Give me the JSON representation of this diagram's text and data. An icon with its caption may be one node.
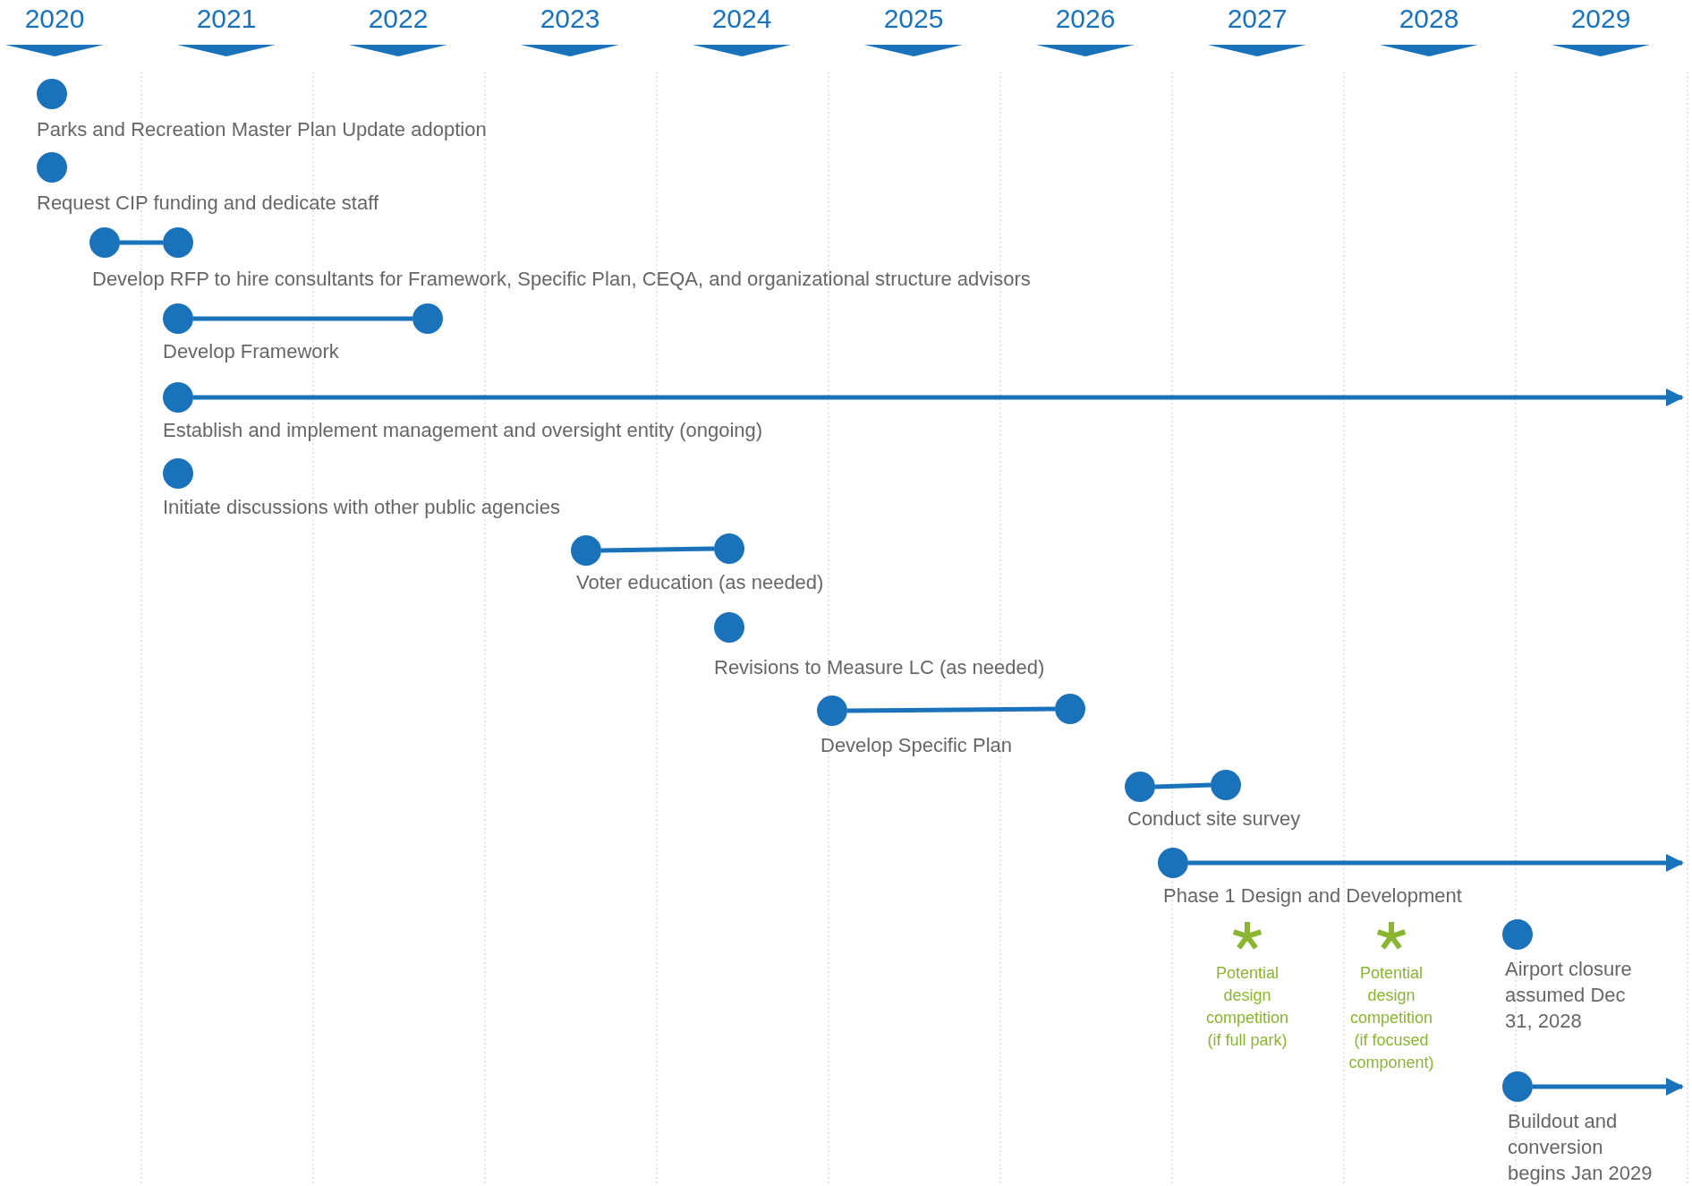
{
  "diagram": {
    "nodes": [
      {
        "text": [],
        "shape": "circle",
        "beside": [
          "Parks and Recreation Master Plan Update adoption"
        ]
      },
      {
        "text": [],
        "shape": "circle",
        "beside": [
          "Request CIP funding and dedicate staff"
        ]
      },
      {
        "text": [],
        "shape": "circle",
        "beside": [
          "Develop RFP to hire consultants for Framework, Specific Plan, CEQA, and organizational structure advisors"
        ]
      },
      {
        "text": [],
        "shape": "circle"
      },
      {
        "text": [],
        "shape": "circle",
        "beside": [
          "Develop Framework"
        ]
      },
      {
        "text": [],
        "shape": "circle"
      },
      {
        "text": [],
        "shape": "circle",
        "beside": [
          "Establish and implement management and oversight entity (ongoing)"
        ]
      },
      {
        "text": [],
        "shape": "circle",
        "beside": [
          "Initiate discussions with other public agencies"
        ]
      },
      {
        "text": [],
        "shape": "circle",
        "beside": [
          "Voter education (as needed)"
        ]
      },
      {
        "text": [],
        "shape": "circle"
      },
      {
        "text": [],
        "shape": "circle",
        "beside": [
          "Revisions to Measure LC (as needed)"
        ]
      },
      {
        "text": [],
        "shape": "circle",
        "beside": [
          "Develop Specific Plan"
        ]
      },
      {
        "text": [],
        "shape": "circle"
      },
      {
        "text": [],
        "shape": "circle",
        "beside": [
          "Conduct site survey"
        ]
      },
      {
        "text": [],
        "shape": "circle"
      },
      {
        "text": [],
        "shape": "circle",
        "beside": [
          "Phase 1 Design and Development"
        ]
      },
      {
        "text": [],
        "shape": "circle",
        "beside": [
          "Airport closure assumed Dec 31, 2028"
        ]
      },
      {
        "text": [],
        "shape": "circle",
        "beside": [
          "Buildout and conversion begins Jan 2029"
        ]
      }
    ],
    "edges": [
      {
        "from": 2,
        "to": 3,
        "arrow": "none"
      },
      {
        "from": 4,
        "to": 5,
        "arrow": "none"
      },
      {
        "from": 6,
        "to": null,
        "arrow": "to"
      },
      {
        "from": 8,
        "to": 9,
        "arrow": "none"
      },
      {
        "from": 11,
        "to": 12,
        "arrow": "none"
      },
      {
        "from": 13,
        "to": 14,
        "arrow": "none"
      },
      {
        "from": 15,
        "to": null,
        "arrow": "to"
      },
      {
        "from": 17,
        "to": null,
        "arrow": "to"
      }
    ],
    "labels": [
      "2020",
      "2021",
      "2022",
      "2023",
      "2024",
      "2025",
      "2026",
      "2027",
      "2028",
      "2029",
      "Potential design competition (if full park)",
      "Potential design competition (if focused component)"
    ]
  }
}
